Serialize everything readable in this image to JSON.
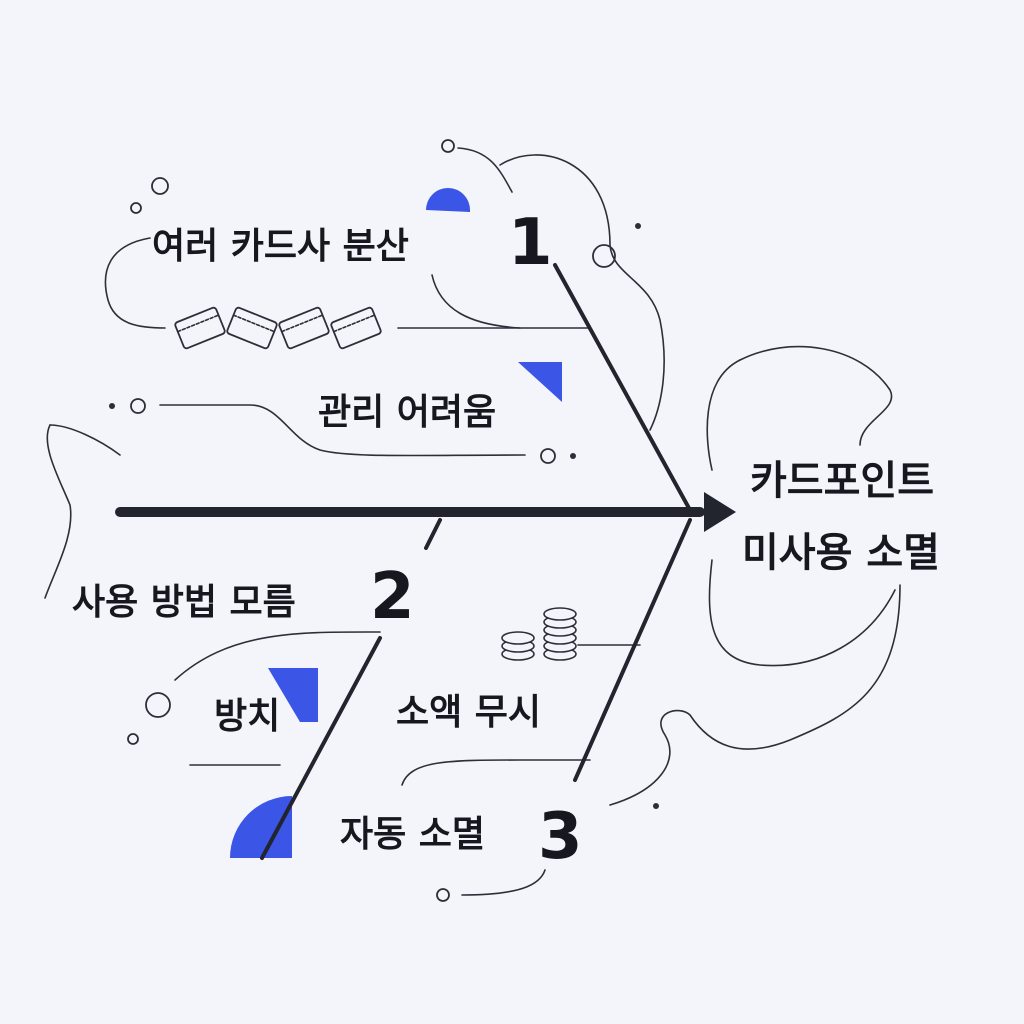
{
  "effect": {
    "line1": "카드포인트",
    "line2": "미사용 소멸"
  },
  "causes": [
    {
      "number": "1",
      "label": "여러 카드사 분산",
      "sub_label": "관리 어려움"
    },
    {
      "number": "2",
      "label": "사용 방법 모름",
      "sub_label": "방치"
    },
    {
      "number": "3",
      "label": "자동 소멸",
      "sub_label": "소액 무시"
    }
  ],
  "colors": {
    "accent": "#3b55e6",
    "ink": "#17181f",
    "background": "#f4f5fa"
  },
  "icons": [
    "credit-card-icon",
    "coin-stack-icon"
  ]
}
